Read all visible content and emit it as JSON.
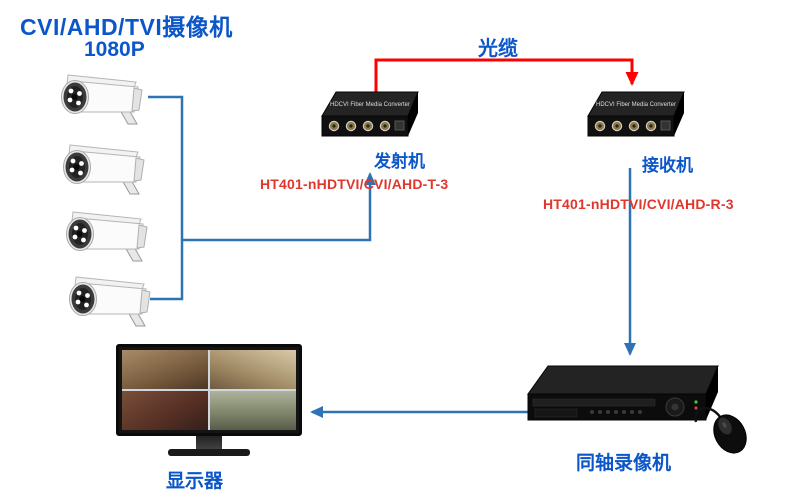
{
  "title": {
    "camera_type": "CVI/AHD/TVI摄像机",
    "resolution": "1080P"
  },
  "diagram": {
    "fiber_label": "光缆",
    "transmitter_label": "发射机",
    "receiver_label": "接收机",
    "transmitter_model": "HT401-nHDTVI/CVI/AHD-T-3",
    "receiver_model": "HT401-nHDTVI/CVI/AHD-R-3",
    "dvr_label": "同轴录像机",
    "monitor_label": "显示器",
    "converter_print": "HDCVI Fiber Media Converter"
  },
  "colors": {
    "label_blue": "#0b57c9",
    "model_red": "#e0362c",
    "line_blue": "#2e74b5",
    "line_red": "#ff0000"
  }
}
